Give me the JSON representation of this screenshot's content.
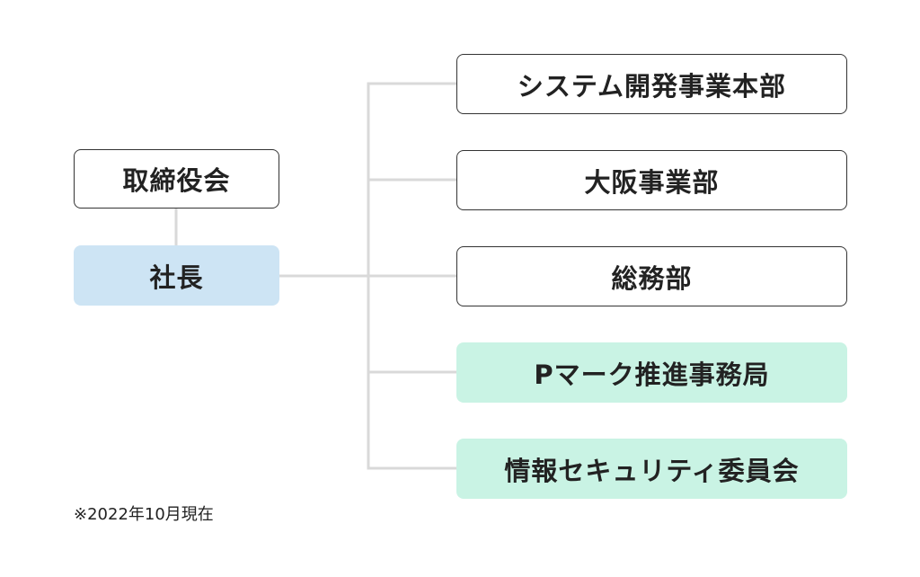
{
  "org_chart": {
    "board": {
      "label": "取締役会"
    },
    "president": {
      "label": "社長"
    },
    "departments": [
      {
        "label": "システム開発事業本部",
        "style": "outlined"
      },
      {
        "label": "大阪事業部",
        "style": "outlined"
      },
      {
        "label": "総務部",
        "style": "outlined"
      },
      {
        "label": "Pマーク推進事務局",
        "style": "committee"
      },
      {
        "label": "情報セキュリティ委員会",
        "style": "committee"
      }
    ],
    "note": "※2022年10月現在"
  },
  "colors": {
    "connector": "#d9d9d9",
    "border": "#333333",
    "president_fill": "#cde4f4",
    "committee_fill": "#c9f3e4",
    "text": "#222222"
  }
}
